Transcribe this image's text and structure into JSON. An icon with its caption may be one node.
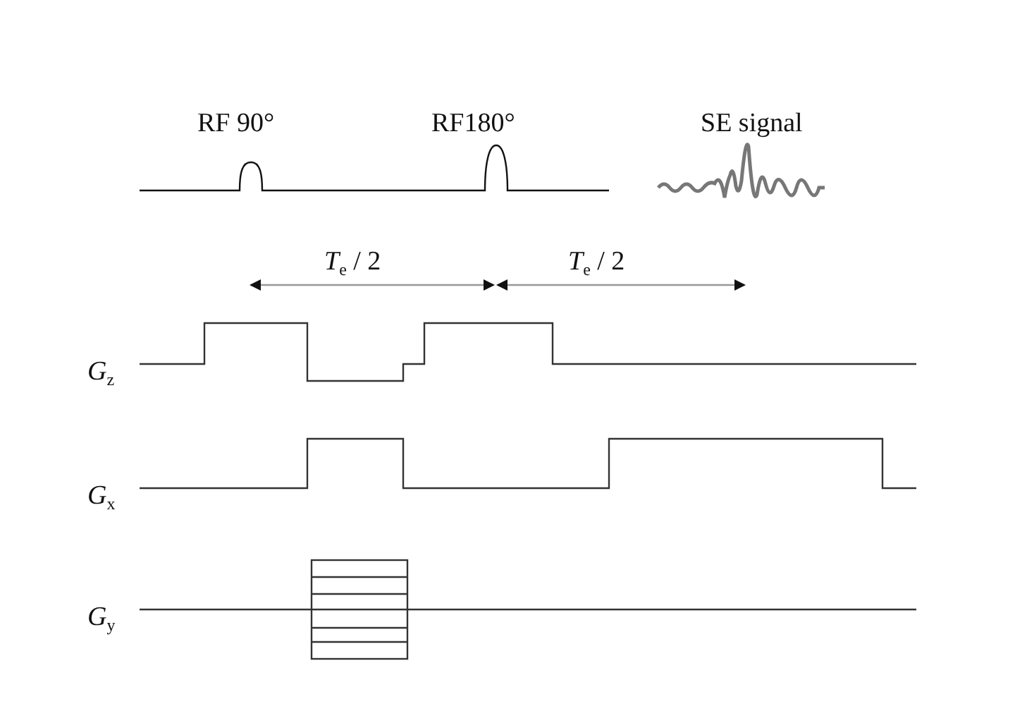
{
  "diagram": {
    "labels": [
      "RF 90°",
      "RF180°",
      "SE signal",
      "*T*$_{e}$ / 2",
      "*T*$_{e}$ / 2",
      "*G*$_{z}$",
      "*G*$_{x}$",
      "*G*$_{y}$"
    ]
  }
}
